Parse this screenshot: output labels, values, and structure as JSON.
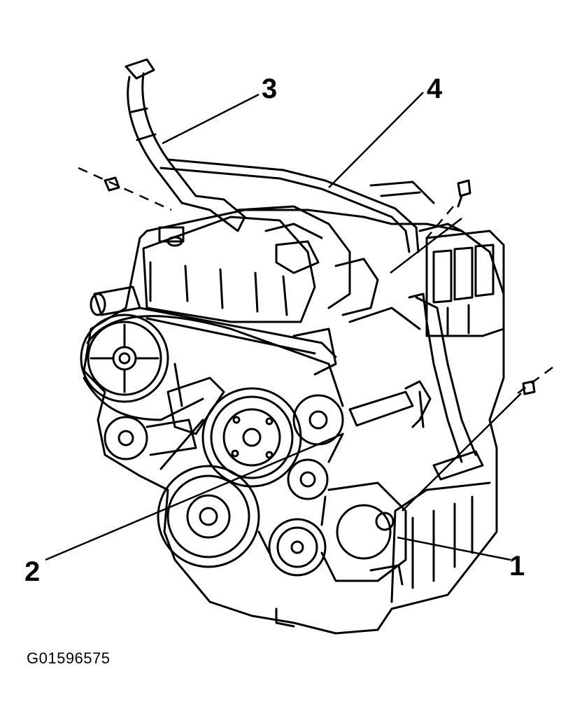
{
  "figure_code": "G01596575",
  "callouts": [
    {
      "label": "1"
    },
    {
      "label": "2"
    },
    {
      "label": "3"
    },
    {
      "label": "4"
    }
  ],
  "colors": {
    "line": "#000000",
    "background": "#ffffff"
  }
}
